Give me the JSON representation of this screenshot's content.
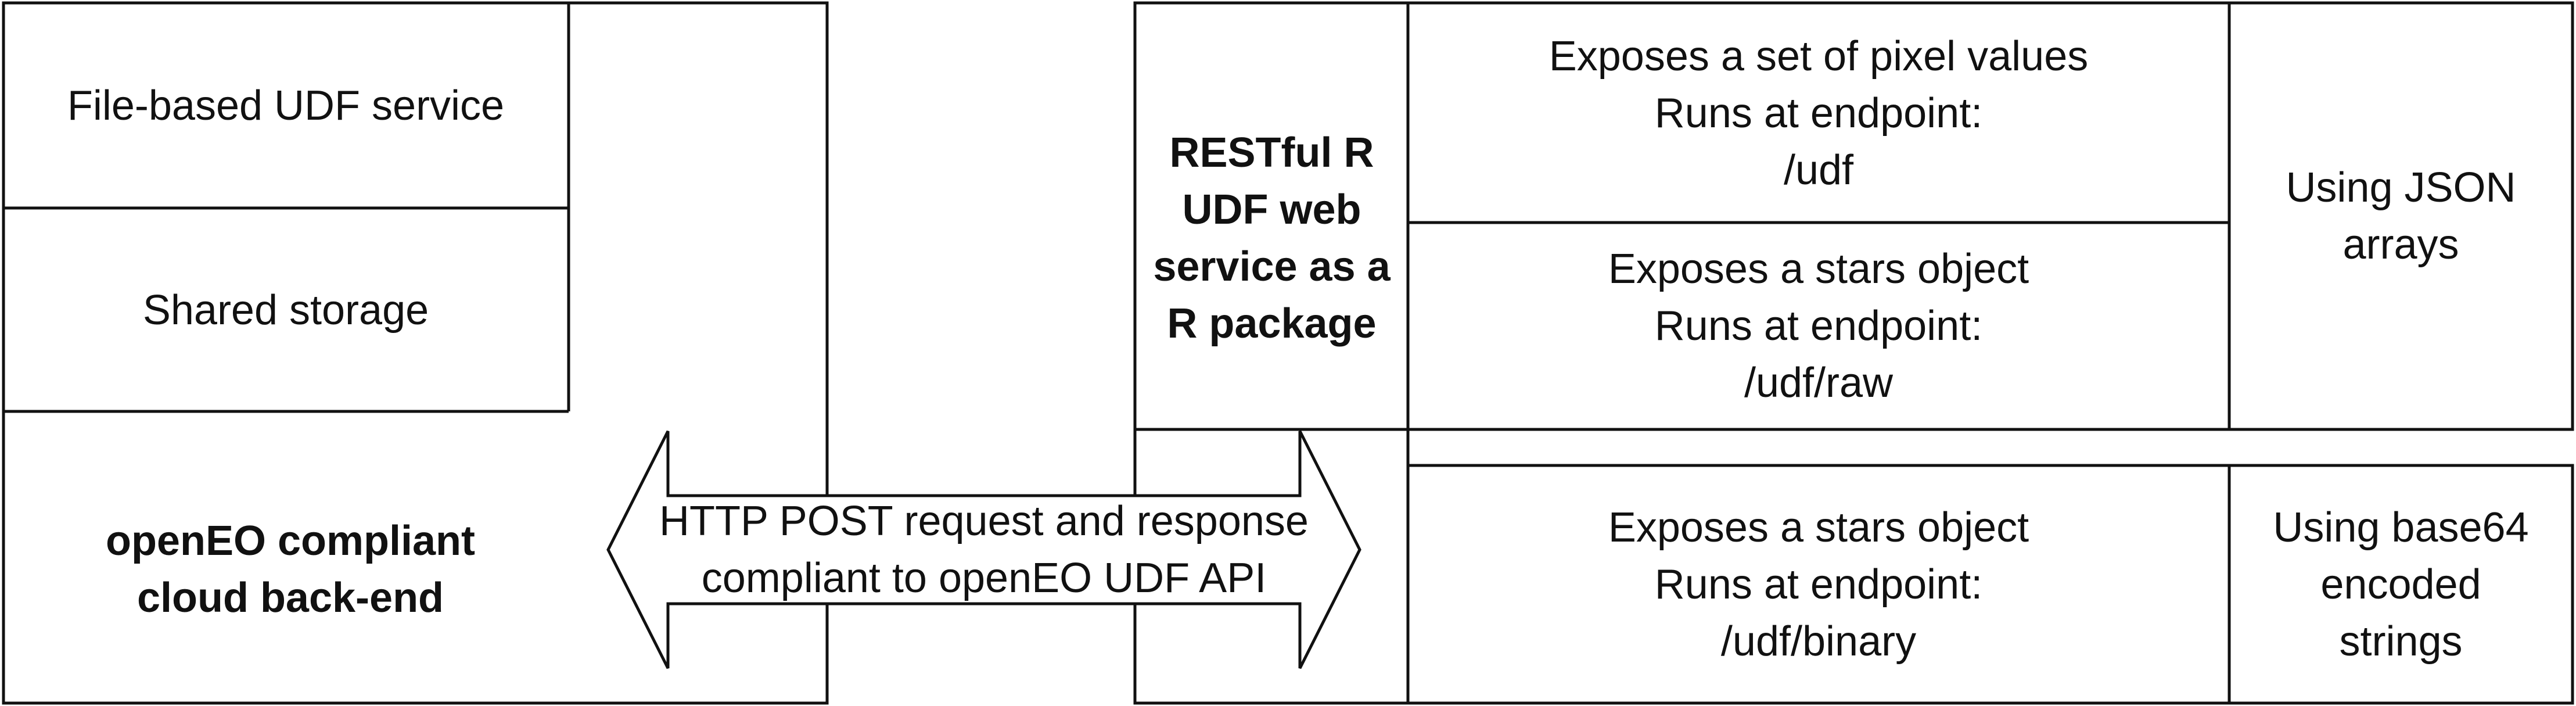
{
  "left_block": {
    "file_udf": "File-based UDF service",
    "shared_storage": "Shared storage",
    "backend_title": [
      "openEO compliant",
      "cloud back-end"
    ]
  },
  "arrow": {
    "text": [
      "HTTP POST request and response",
      "compliant to openEO UDF API"
    ]
  },
  "service": {
    "title": [
      "RESTful R",
      "UDF web",
      "service as a",
      "R package"
    ]
  },
  "endpoints": [
    {
      "lines": [
        "Exposes a set of pixel values",
        "Runs at endpoint:",
        "/udf"
      ]
    },
    {
      "lines": [
        "Exposes a stars object",
        "Runs at endpoint:",
        "/udf/raw"
      ]
    },
    {
      "lines": [
        "Exposes a stars object",
        "Runs at endpoint:",
        "/udf/binary"
      ]
    }
  ],
  "encodings": [
    {
      "lines": [
        "Using JSON",
        "arrays"
      ]
    },
    {
      "lines": [
        "Using base64",
        "encoded",
        "strings"
      ]
    }
  ]
}
